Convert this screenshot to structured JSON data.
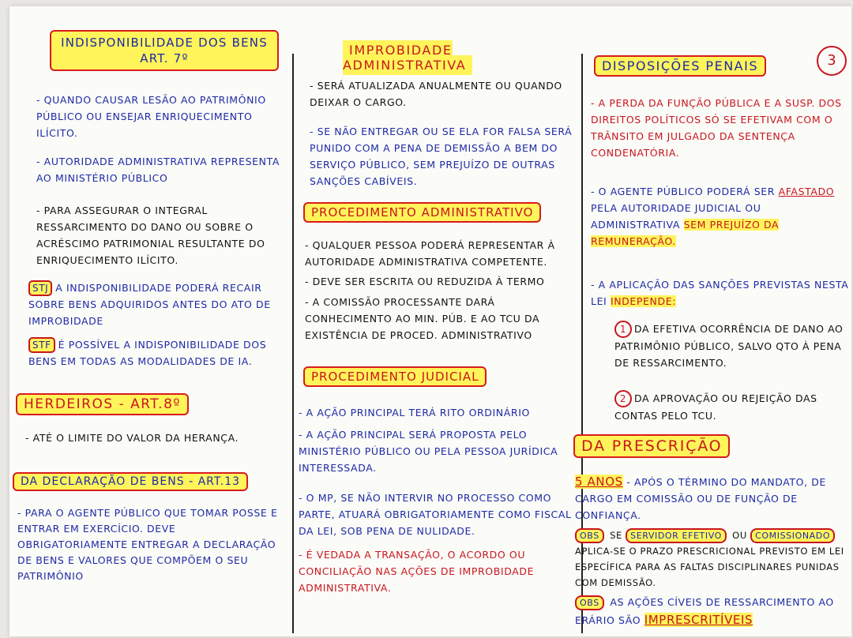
{
  "col1": {
    "title_line1": "INDISPONIBILIDADE DOS BENS",
    "title_line2": "ART. 7º",
    "p1": "- QUANDO CAUSAR LESÃO AO PATRIMÔNIO PÚBLICO OU ENSEJAR ENRIQUECIMENTO ILÍCITO.",
    "p2": "- AUTORIDADE ADMINISTRATIVA REPRESENTA AO MINISTÉRIO PÚBLICO",
    "p3": "- PARA ASSEGURAR O INTEGRAL RESSARCIMENTO DO DANO OU SOBRE O ACRÉSCIMO PATRIMONIAL RESULTANTE DO ENRIQUECIMENTO ILÍCITO.",
    "stj_tag": "STJ",
    "stj_text": "A INDISPONIBILIDADE PODERÁ RECAIR SOBRE BENS ADQUIRIDOS ANTES DO ATO DE IMPROBIDADE",
    "stf_tag": "STF",
    "stf_text": "É POSSÍVEL A INDISPONIBILIDADE DOS BENS EM TODAS AS MODALIDADES DE IA.",
    "herdeiros_title": "HERDEIROS - ART.8º",
    "herdeiros_text": "- ATÉ O LIMITE DO VALOR DA HERANÇA.",
    "declaracao_title": "DA DECLARAÇÃO DE BENS - ART.13",
    "declaracao_text": "- PARA O AGENTE PÚBLICO QUE TOMAR POSSE E ENTRAR EM EXERCÍCIO. DEVE OBRIGATORIAMENTE ENTREGAR A DECLARAÇÃO DE BENS E VALORES QUE COMPÕEM O SEU PATRIMÔNIO"
  },
  "col2": {
    "header": "IMPROBIDADE ADMINISTRATIVA",
    "p1": "- SERÁ ATUALIZADA ANUALMENTE OU QUANDO DEIXAR O CARGO.",
    "p2": "- SE NÃO ENTREGAR OU SE ELA FOR FALSA SERÁ PUNIDO COM A PENA DE DEMISSÃO A BEM DO SERVIÇO PÚBLICO, SEM PREJUÍZO DE OUTRAS SANÇÕES CABÍVEIS.",
    "proc_adm_title": "PROCEDIMENTO ADMINISTRATIVO",
    "pa1": "- QUALQUER PESSOA PODERÁ REPRESENTAR À AUTORIDADE ADMINISTRATIVA COMPETENTE.",
    "pa2": "- DEVE SER ESCRITA OU REDUZIDA À TERMO",
    "pa3": "- A COMISSÃO PROCESSANTE DARÁ CONHECIMENTO AO MIN. PÚB. E AO TCU DA EXISTÊNCIA DE PROCED. ADMINISTRATIVO",
    "proc_jud_title": "PROCEDIMENTO JUDICIAL",
    "pj1": "- A AÇÃO PRINCIPAL TERÁ RITO ORDINÁRIO",
    "pj2": "- A AÇÃO PRINCIPAL SERÁ PROPOSTA PELO MINISTÉRIO PÚBLICO OU PELA PESSOA JURÍDICA INTERESSADA.",
    "pj3": "- O MP, SE NÃO INTERVIR NO PROCESSO COMO PARTE, ATUARÁ OBRIGATORIAMENTE COMO FISCAL DA LEI, SOB PENA DE NULIDADE.",
    "pj4": "- É VEDADA A TRANSAÇÃO, O ACORDO OU CONCILIAÇÃO NAS AÇÕES DE IMPROBIDADE ADMINISTRATIVA."
  },
  "col3": {
    "title": "DISPOSIÇÕES PENAIS",
    "page_number": "3",
    "p1": "- A PERDA DA FUNÇÃO PÚBLICA E A SUSP. DOS DIREITOS POLÍTICOS SÓ SE EFETIVAM COM O TRÂNSITO EM JULGADO DA SENTENÇA CONDENATÓRIA.",
    "p2a": "- O AGENTE PÚBLICO PODERÁ SER",
    "p2b": "AFASTADO",
    "p2c": "PELA AUTORIDADE JUDICIAL OU ADMINISTRATIVA",
    "p2d": "SEM PREJUÍZO DA REMUNERAÇÃO.",
    "p3a": "- A APLICAÇÃO DAS SANÇÕES PREVISTAS NESTA LEI",
    "p3b": "INDEPENDE:",
    "n1": "1",
    "item1": "DA EFETIVA OCORRÊNCIA DE DANO AO PATRIMÔNIO PÚBLICO, SALVO QTO À PENA DE RESSARCIMENTO.",
    "n2": "2",
    "item2": "DA APROVAÇÃO OU REJEIÇÃO DAS CONTAS PELO TCU.",
    "prescricao_title": "DA PRESCRIÇÃO",
    "cinco_anos": "5 ANOS",
    "prescricao_text": "- APÓS O TÉRMINO DO MANDATO, DE CARGO EM COMISSÃO OU DE FUNÇÃO DE CONFIANÇA.",
    "obs1_tag": "OBS",
    "obs1_a": "SE",
    "obs1_serv": "SERVIDOR EFETIVO",
    "obs1_ou": "OU",
    "obs1_com": "COMISSIONADO",
    "obs1_text": "APLICA-SE O PRAZO PRESCRICIONAL PREVISTO EM LEI ESPECÍFICA PARA AS FALTAS DISCIPLINARES PUNIDAS COM DEMISSÃO.",
    "obs2_tag": "OBS",
    "obs2_text": "AS AÇÕES CÍVEIS DE RESSARCIMENTO AO ERÁRIO SÃO",
    "obs2_hl": "IMPRESCRITÍVEIS"
  }
}
